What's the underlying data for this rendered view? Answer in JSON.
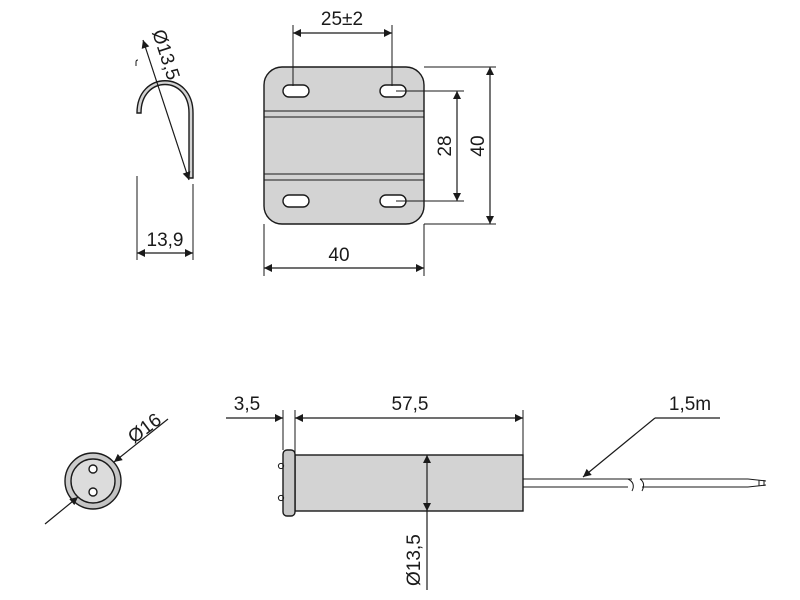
{
  "colors": {
    "line": "#1a1a1a",
    "part_fill": "#d3d3d3",
    "part_fill_dark": "#bdbdbd",
    "background": "#ffffff"
  },
  "bracket": {
    "side_view": {
      "diameter_label": "Ø13,5",
      "width_label": "13,9"
    },
    "front_view": {
      "hole_spacing_label": "25±2",
      "inner_height_label": "28",
      "height_label": "40",
      "width_label": "40"
    }
  },
  "magnet": {
    "end_view": {
      "diameter_label": "Ø16"
    },
    "side_view": {
      "flange_label": "3,5",
      "length_label": "57,5",
      "cable_label": "1,5m",
      "diameter_label": "Ø13,5"
    }
  }
}
